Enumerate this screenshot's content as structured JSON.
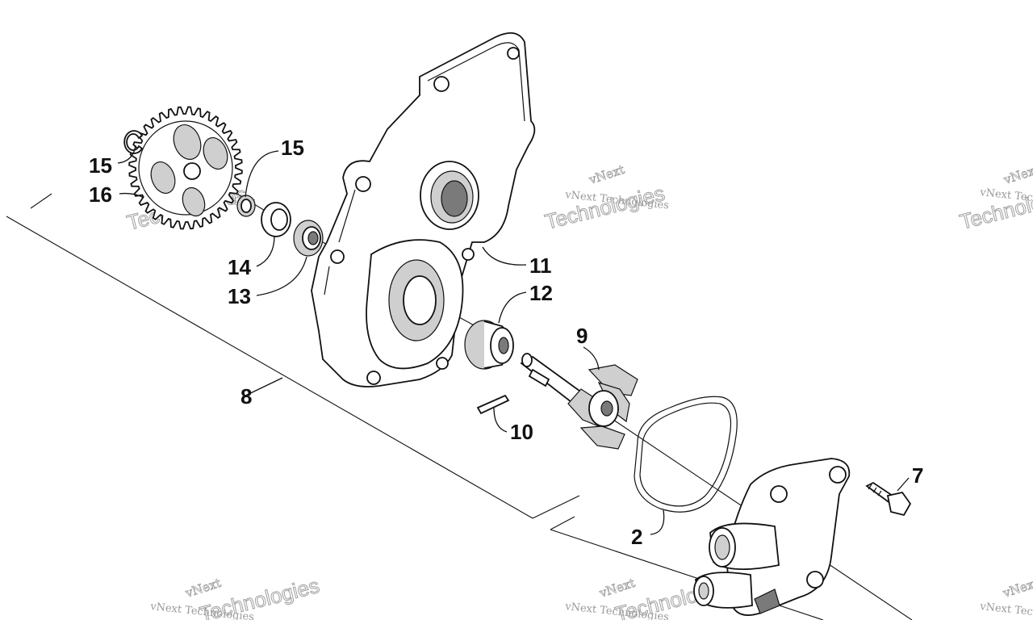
{
  "diagram": {
    "callouts": [
      {
        "id": "c15a",
        "label": "15"
      },
      {
        "id": "c16",
        "label": "16"
      },
      {
        "id": "c15b",
        "label": "15"
      },
      {
        "id": "c14",
        "label": "14"
      },
      {
        "id": "c13",
        "label": "13"
      },
      {
        "id": "c11",
        "label": "11"
      },
      {
        "id": "c12",
        "label": "12"
      },
      {
        "id": "c9",
        "label": "9"
      },
      {
        "id": "c8",
        "label": "8"
      },
      {
        "id": "c10",
        "label": "10"
      },
      {
        "id": "c7",
        "label": "7"
      },
      {
        "id": "c2",
        "label": "2"
      }
    ],
    "watermark": {
      "brand": "vNext",
      "line": "vNext Technologies",
      "big": "Technologies"
    }
  }
}
